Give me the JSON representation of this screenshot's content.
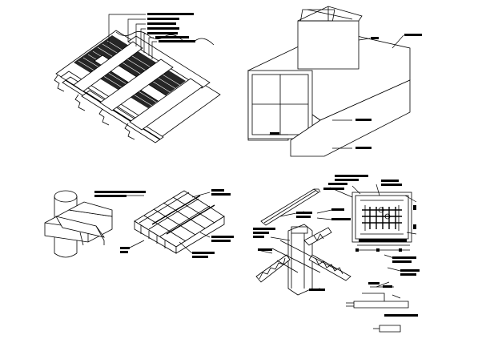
{
  "drawing": {
    "views": [
      {
        "id": "roof-deck-isometric",
        "note_blocks": 7
      },
      {
        "id": "column-on-box-beam",
        "note_blocks": 5
      },
      {
        "id": "pipe-support-and-grillage",
        "note_blocks": 6
      },
      {
        "id": "column-base-and-truss-connection",
        "note_blocks": 22
      }
    ]
  }
}
